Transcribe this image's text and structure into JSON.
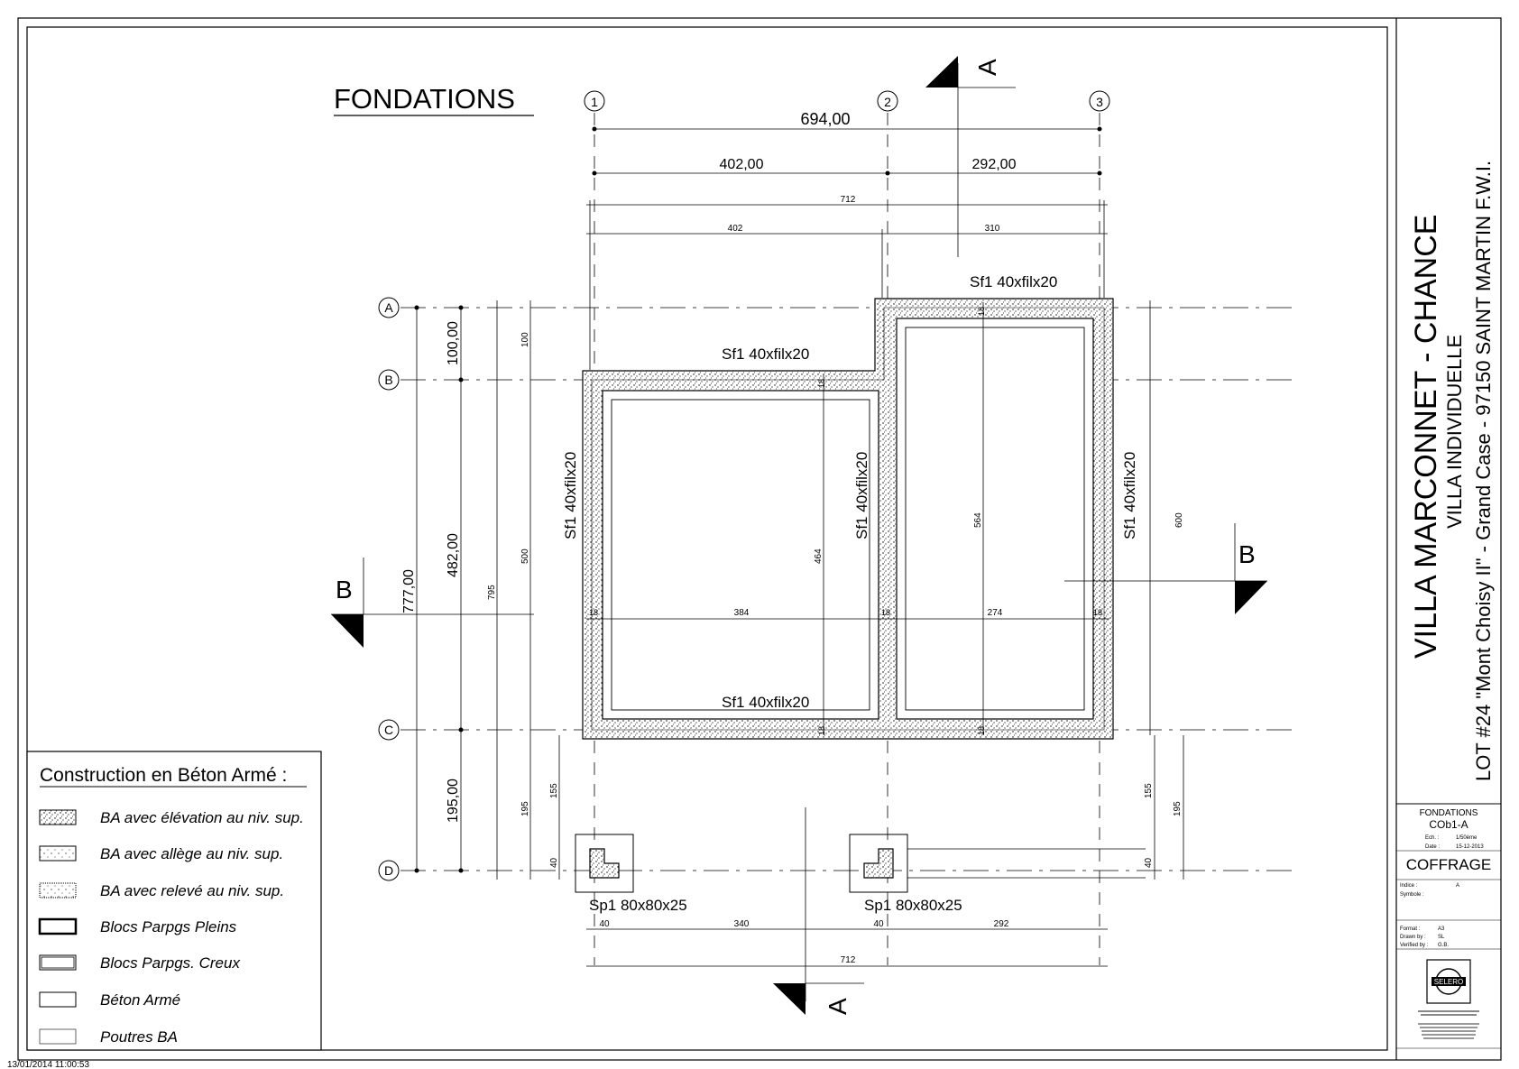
{
  "drawing": {
    "title": "FONDATIONS",
    "axes_columns": [
      "1",
      "2",
      "3"
    ],
    "axes_rows": [
      "A",
      "B",
      "C",
      "D"
    ],
    "section_a": "A",
    "section_b": "B",
    "dims_top": {
      "overall": "694,00",
      "left": "402,00",
      "right": "292,00",
      "outer": "712",
      "outer_left": "402",
      "outer_right": "310"
    },
    "dims_left": {
      "total": "777,00",
      "ab": "100,00",
      "bc": "482,00",
      "cd": "195,00",
      "outer": "795",
      "o_ab": "100",
      "o_bc": "500",
      "o_cd": "195",
      "o_155": "155",
      "o_40": "40"
    },
    "dims_right": {
      "total": "600",
      "c155": "155",
      "c195": "195",
      "c40": "40"
    },
    "dims_inner": {
      "w1": "384",
      "w2": "274",
      "h1": "464",
      "h2": "564",
      "t1": "18",
      "t2": "18",
      "t3": "18",
      "t4": "18",
      "t5": "18",
      "t6": "18",
      "t7": "18",
      "t8": "18"
    },
    "dims_bottom": {
      "a": "40",
      "b": "340",
      "c": "40",
      "d": "292",
      "total": "712"
    },
    "footings": {
      "top": "Sf1 40xfilx20",
      "mid": "Sf1 40xfilx20",
      "left": "Sf1 40xfilx20",
      "center": "Sf1 40xfilx20",
      "right": "Sf1 40xfilx20",
      "bottom": "Sf1 40xfilx20",
      "pad1": "Sp1 80x80x25",
      "pad2": "Sp1 80x80x25"
    }
  },
  "legend": {
    "title": "Construction en Béton Armé :",
    "items": [
      "BA avec élévation au niv. sup.",
      "BA avec allège au niv. sup.",
      "BA avec relevé au niv. sup.",
      "Blocs Parpgs Pleins",
      "Blocs Parpgs. Creux",
      "Béton Armé",
      "Poutres BA"
    ]
  },
  "title_block": {
    "project": "VILLA MARCONNET - CHANCE",
    "type": "VILLA INDIVIDUELLE",
    "address": "LOT #24 \"Mont Choisy II\" - Grand Case - 97150 SAINT MARTIN F.W.I.",
    "sheet_name": "FONDATIONS",
    "sheet_code": "COb1-A",
    "ech_label": "Ech. :",
    "ech_value": "1/50ème",
    "date_label": "Date :",
    "date_value": "15-12-2013",
    "category": "COFFRAGE",
    "indice_label": "Indice :",
    "indice_value": "A",
    "symbol_label": "Symbole :",
    "format_label": "Format :",
    "format_value": "A3",
    "drawn_label": "Drawn by :",
    "drawn_value": "SL",
    "verified_label": "Verified by :",
    "verified_value": "G.B.",
    "logo": "SELERO"
  },
  "timestamp": "13/01/2014 11:00:53"
}
